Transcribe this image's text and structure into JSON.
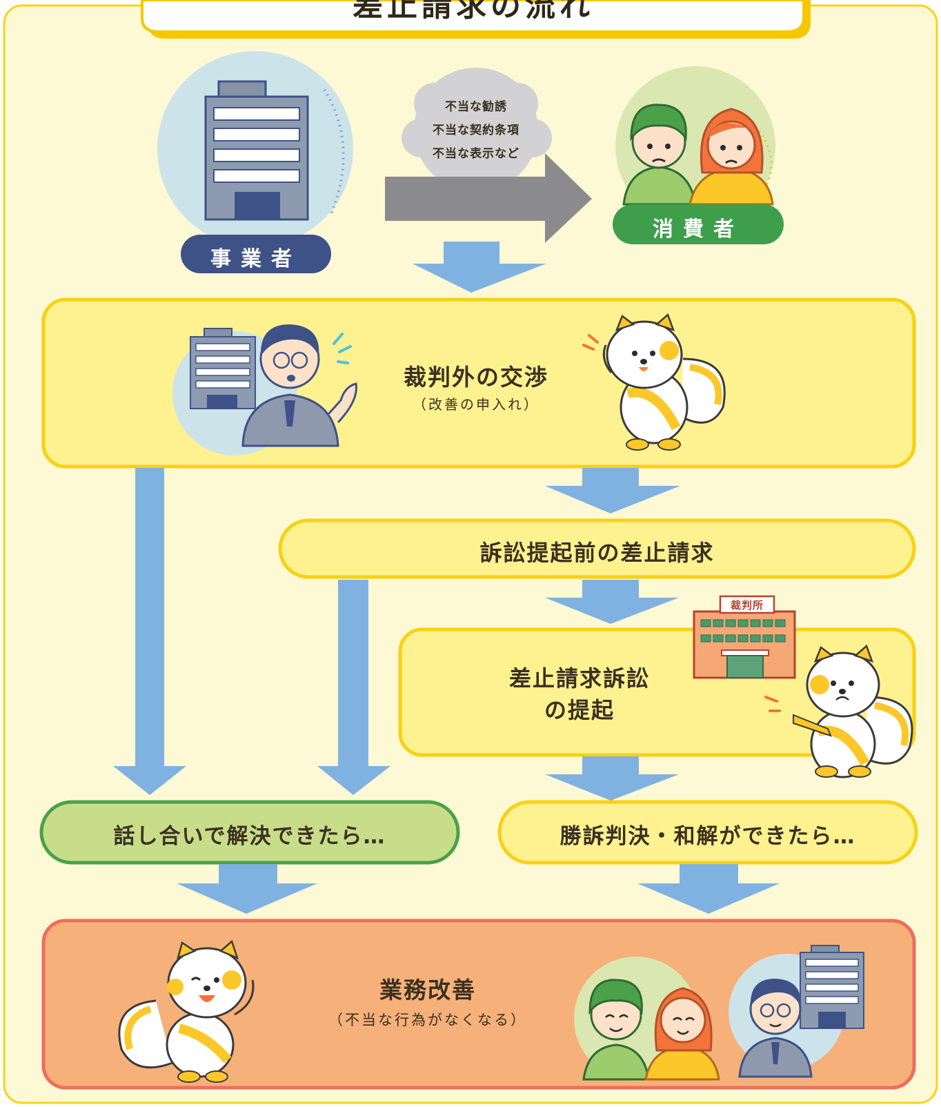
{
  "title": "差止請求の流れ",
  "actors": {
    "business": "事業者",
    "consumer": "消費者"
  },
  "harm_bubble": {
    "line1": "不当な勧誘",
    "line2": "不当な契約条項",
    "line3": "不当な表示など"
  },
  "steps": {
    "negotiation": {
      "title": "裁判外の交渉",
      "subtitle": "（改善の申入れ）"
    },
    "pre_suit": {
      "title": "訴訟提起前の差止請求"
    },
    "lawsuit": {
      "line1": "差止請求訴訟",
      "line2": "の提起"
    },
    "court_sign": "裁判所"
  },
  "outcomes": {
    "settled": "話し合いで解決できたら…",
    "won": "勝訴判決・和解ができたら…"
  },
  "result": {
    "title": "業務改善",
    "subtitle": "（不当な行為がなくなる）"
  },
  "colors": {
    "background": "#fdf9d4",
    "box_yellow": "#fef190",
    "border_yellow": "#f9d113",
    "arrow_blue": "#7fb2e0",
    "arrow_gray": "#8b8b8d",
    "green_box": "#c8dd8a",
    "green_border": "#4aa147",
    "result_box": "#f6b07a",
    "result_border": "#ee6d5c",
    "business_badge": "#3e5287",
    "consumer_badge": "#3f9e4c"
  }
}
